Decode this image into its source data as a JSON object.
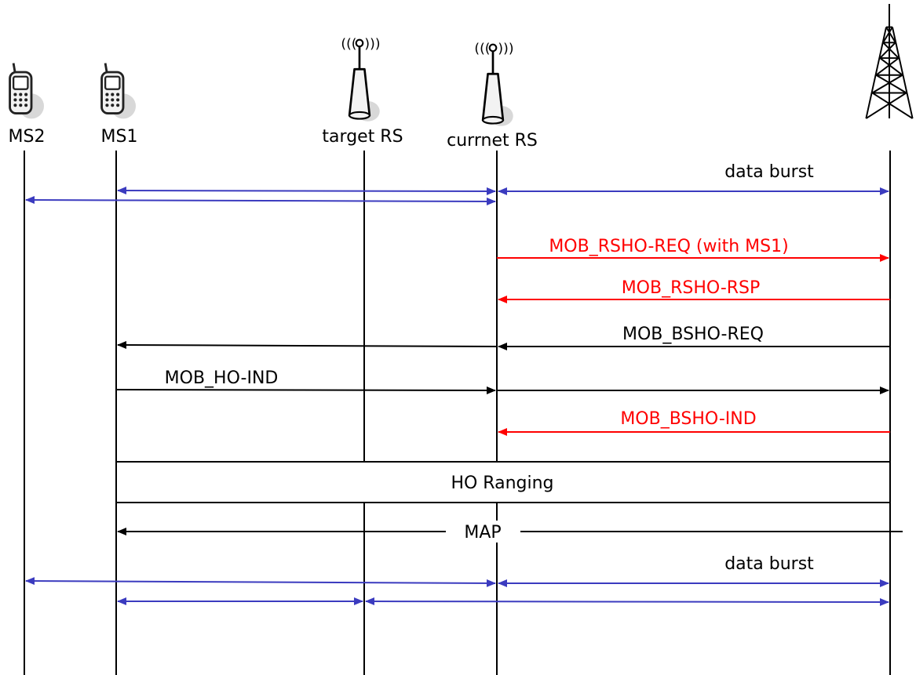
{
  "colors": {
    "lifeline": "#000000",
    "blue": "#3b3bbf",
    "red": "#ff0000",
    "black": "#000000",
    "device_body": "#f2f2f2",
    "shadow": "#d8d8d8"
  },
  "participants": {
    "ms2": "MS2",
    "ms1": "MS1",
    "target_rs": "target RS",
    "current_rs": "currnet RS",
    "bs": ""
  },
  "messages": {
    "data_burst_top": "data burst",
    "rsho_req": "MOB_RSHO-REQ (with MS1)",
    "rsho_rsp": "MOB_RSHO-RSP",
    "bsho_req": "MOB_BSHO-REQ",
    "ho_ind": "MOB_HO-IND",
    "bsho_ind": "MOB_BSHO-IND",
    "ho_ranging": "HO Ranging",
    "map": "MAP",
    "data_burst_bottom": "data burst"
  },
  "icons": {
    "ms2": "mobile-phone-icon",
    "ms1": "mobile-phone-icon",
    "target_rs": "relay-station-antenna-icon",
    "current_rs": "relay-station-antenna-icon",
    "bs": "base-station-tower-icon"
  }
}
